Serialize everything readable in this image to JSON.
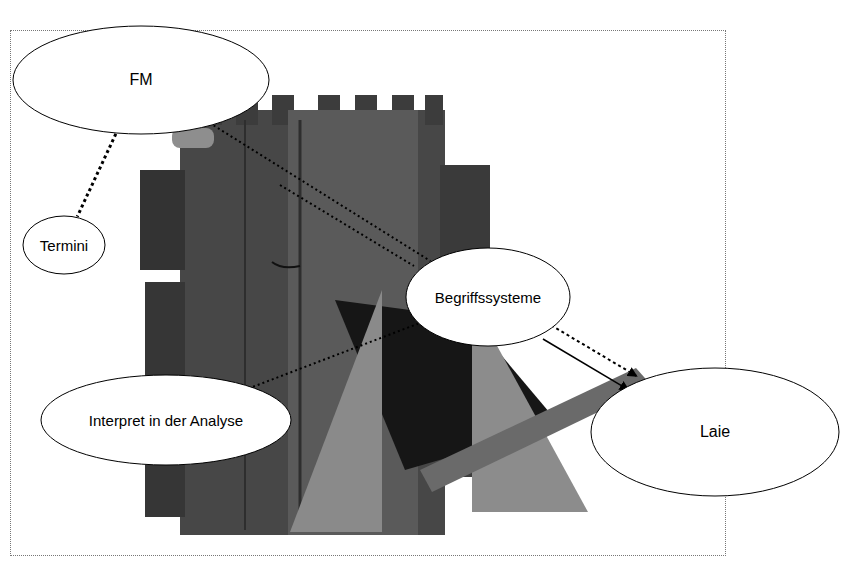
{
  "diagram": {
    "nodes": [
      {
        "text": [
          "FM"
        ]
      },
      {
        "text": [
          "Termini"
        ]
      },
      {
        "text": [
          "Begriffssysteme"
        ]
      },
      {
        "text": [
          "Interpret in der Analyse"
        ]
      },
      {
        "text": [
          "Laie"
        ]
      }
    ],
    "edges": [
      {
        "from": 0,
        "to": 1,
        "arrow": "none"
      },
      {
        "from": 0,
        "to": 2,
        "arrow": "none"
      },
      {
        "from": 3,
        "to": 2,
        "arrow": "none"
      },
      {
        "from": 2,
        "to": 4,
        "arrow": "to"
      },
      {
        "from": 2,
        "to": 4,
        "arrow": "to"
      }
    ]
  }
}
